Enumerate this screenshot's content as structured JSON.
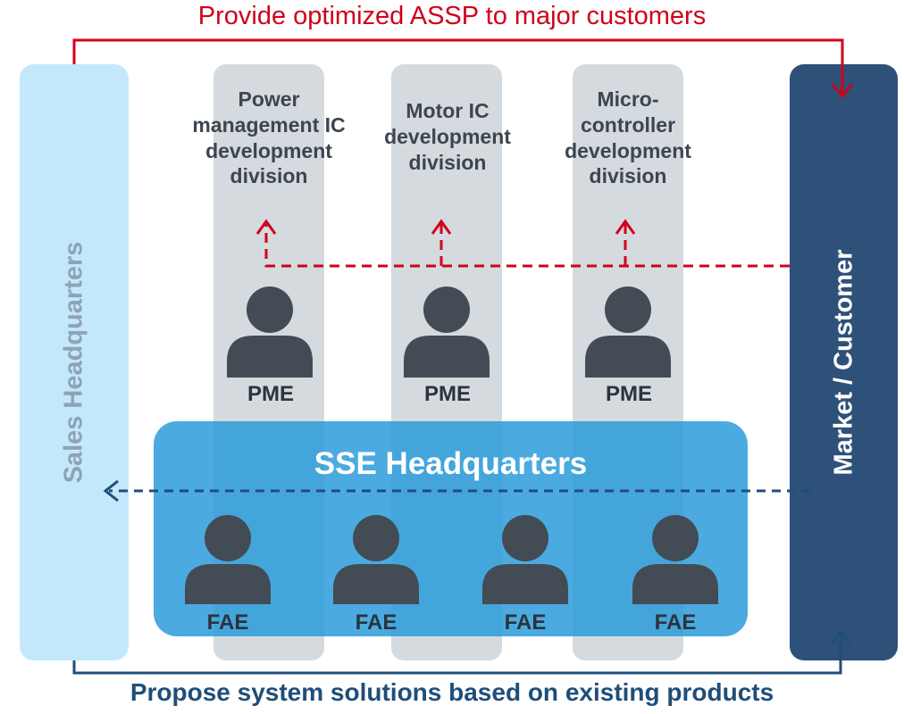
{
  "top_caption": "Provide optimized ASSP to major customers",
  "bottom_caption": "Propose system solutions based on existing products",
  "sales_hq": {
    "label": "Sales Headquarters"
  },
  "market": {
    "label": "Market / Customer"
  },
  "divisions": [
    {
      "title": "Power management IC development division",
      "role": "PME"
    },
    {
      "title": "Motor IC development division",
      "role": "PME"
    },
    {
      "title": "Micro-controller development division",
      "role": "PME"
    }
  ],
  "sse": {
    "title": "SSE Headquarters",
    "members": [
      "FAE",
      "FAE",
      "FAE",
      "FAE"
    ]
  },
  "colors": {
    "red_flow": "#d0021b",
    "navy_flow": "#1f4e79",
    "person": "#434b55"
  },
  "icons": [
    "person-icon",
    "arrow-head-icon"
  ]
}
